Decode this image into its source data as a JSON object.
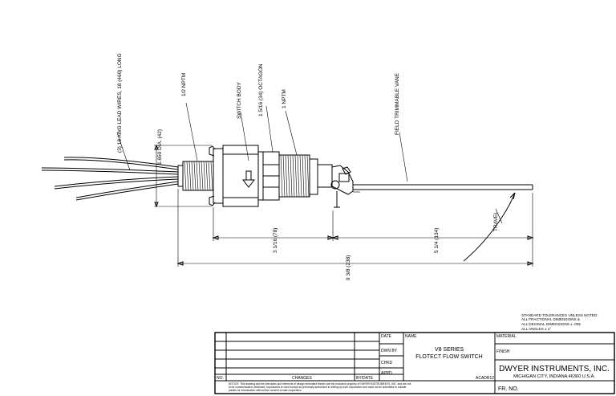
{
  "callouts": {
    "lead_wires": "(3) 18 AWG LEAD WIRES, 18 (460) LONG",
    "npt_half": "1/2 NPTM",
    "dia": "1.650 DIA. (42)",
    "switch_body": "SWITCH BODY",
    "octagon": "1 5/16 (34) OCTAGON",
    "npt_one": "1 NPTM",
    "vane": "FIELD TRIMMABLE VANE",
    "travel": "TRAVEL"
  },
  "dimensions": {
    "d1": "3 1/16 (78)",
    "d2": "5 1/4 (134)",
    "d3": "9 3/8 (238)"
  },
  "tolerances": {
    "heading": "STANDARD TOLERANCES UNLESS NOTED:",
    "line1": "ALL FRACTIONAL DIMENSIONS &",
    "line2": "ALL DECIMAL DIMENSIONS ± .005",
    "line3": "ALL ANGLES ± 1°"
  },
  "title_block": {
    "date": "DATE",
    "name": "NAME",
    "dwn_by": "DWN BY",
    "chkd": "CHKD",
    "appd": "APPD",
    "title_line1": "V8 SERIES",
    "title_line2": "FLOTECT FLOW SWITCH",
    "acad": "ACADR12",
    "no": "NO.",
    "changes": "CHANGES",
    "by_date": "BY/DATE",
    "material": "MATERIAL",
    "finish": "FINISH",
    "company": "DWYER INSTRUMENTS, INC.",
    "address": "MICHIGAN CITY, INDIANA 46360   U.S.A.",
    "fr_no": "FR. NO.",
    "notice1": "NOTICE: This drawing and the principles and elements of design embodied therein are the exclusive property of DWYER INSTRUMENTS, INC. and are not",
    "notice2": "to be communicated, disclosed, reproduced or used except as previously authorized in writing by such corporation and must not be submitted to outside",
    "notice3": "parties for examination without the consent of said corporation."
  }
}
